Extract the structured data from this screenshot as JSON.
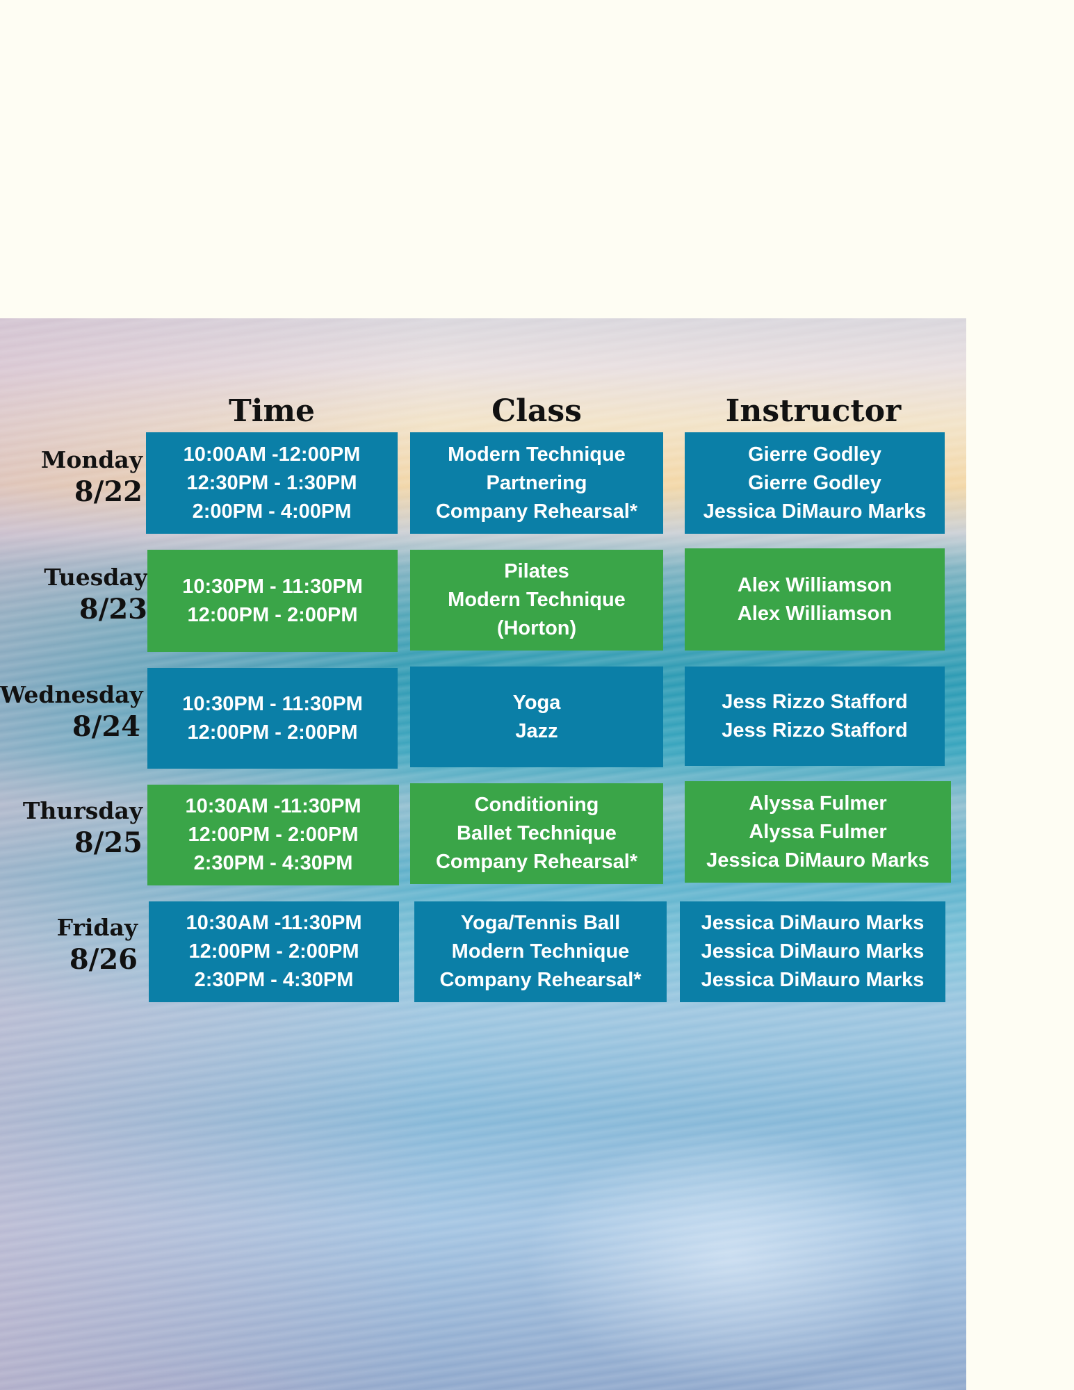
{
  "headers": {
    "time": "Time",
    "class": "Class",
    "instructor": "Instructor"
  },
  "colors": {
    "background": "#fefdf3",
    "blue_cell": "#0b7fa7",
    "green_cell": "#3aa548",
    "cell_text": "#ffffff",
    "heading_text": "#111111"
  },
  "background_image": "ocean-waves-sunset-photo",
  "days": [
    {
      "name": "Monday",
      "date": "8/22",
      "color": "blue",
      "times": [
        "10:00AM -12:00PM",
        "12:30PM - 1:30PM",
        "2:00PM - 4:00PM"
      ],
      "classes": [
        "Modern Technique",
        "Partnering",
        "Company Rehearsal*"
      ],
      "instructors": [
        "Gierre Godley",
        "Gierre Godley",
        "Jessica DiMauro Marks"
      ]
    },
    {
      "name": "Tuesday",
      "date": "8/23",
      "color": "green",
      "times": [
        "10:30PM - 11:30PM",
        "12:00PM - 2:00PM"
      ],
      "classes": [
        "Pilates",
        "Modern Technique",
        "(Horton)"
      ],
      "instructors": [
        "Alex Williamson",
        "Alex Williamson"
      ]
    },
    {
      "name": "Wednesday",
      "date": "8/24",
      "color": "blue",
      "times": [
        "10:30PM - 11:30PM",
        "12:00PM - 2:00PM"
      ],
      "classes": [
        "Yoga",
        "Jazz"
      ],
      "instructors": [
        "Jess Rizzo Stafford",
        "Jess Rizzo Stafford"
      ]
    },
    {
      "name": "Thursday",
      "date": "8/25",
      "color": "green",
      "times": [
        "10:30AM -11:30PM",
        "12:00PM - 2:00PM",
        "2:30PM - 4:30PM"
      ],
      "classes": [
        "Conditioning",
        "Ballet Technique",
        "Company Rehearsal*"
      ],
      "instructors": [
        "Alyssa Fulmer",
        "Alyssa Fulmer",
        "Jessica DiMauro Marks"
      ]
    },
    {
      "name": "Friday",
      "date": "8/26",
      "color": "blue",
      "times": [
        "10:30AM -11:30PM",
        "12:00PM - 2:00PM",
        "2:30PM - 4:30PM"
      ],
      "classes": [
        "Yoga/Tennis Ball",
        "Modern Technique",
        "Company Rehearsal*"
      ],
      "instructors": [
        "Jessica DiMauro Marks",
        "Jessica DiMauro Marks",
        "Jessica DiMauro Marks"
      ]
    }
  ]
}
